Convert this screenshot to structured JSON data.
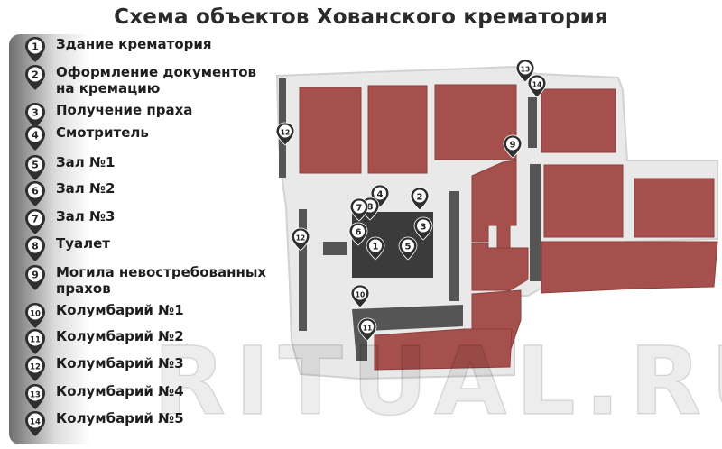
{
  "title": "Схема объектов Хованского крематория",
  "legend": [
    {
      "num": "1",
      "label": "Здание крематория"
    },
    {
      "num": "2",
      "label": "Оформление документов на кремацию"
    },
    {
      "num": "3",
      "label": "Получение праха"
    },
    {
      "num": "4",
      "label": "Смотритель"
    },
    {
      "num": "5",
      "label": "Зал №1"
    },
    {
      "num": "6",
      "label": "Зал №2"
    },
    {
      "num": "7",
      "label": "Зал №3"
    },
    {
      "num": "8",
      "label": "Туалет"
    },
    {
      "num": "9",
      "label": "Могила невостребованных прахов"
    },
    {
      "num": "10",
      "label": "Колумбарий №1"
    },
    {
      "num": "11",
      "label": "Колумбарий №2"
    },
    {
      "num": "12",
      "label": "Колумбарий №3"
    },
    {
      "num": "13",
      "label": "Колумбарий №4"
    },
    {
      "num": "14",
      "label": "Колумбарий №5"
    }
  ],
  "map_markers": [
    "13",
    "14",
    "12",
    "9",
    "4",
    "8",
    "7",
    "2",
    "6",
    "3",
    "1",
    "5",
    "12",
    "10",
    "11"
  ],
  "watermark": "RITUAL.RU",
  "colors": {
    "ground": "#e9e9e9",
    "ground_edge": "#d2d2d2",
    "plot": "#a5504c",
    "plot_edge": "#8e3f3b",
    "building": "#3b3b3b",
    "path_dark": "#555555",
    "pin": "#2f2f2f"
  }
}
